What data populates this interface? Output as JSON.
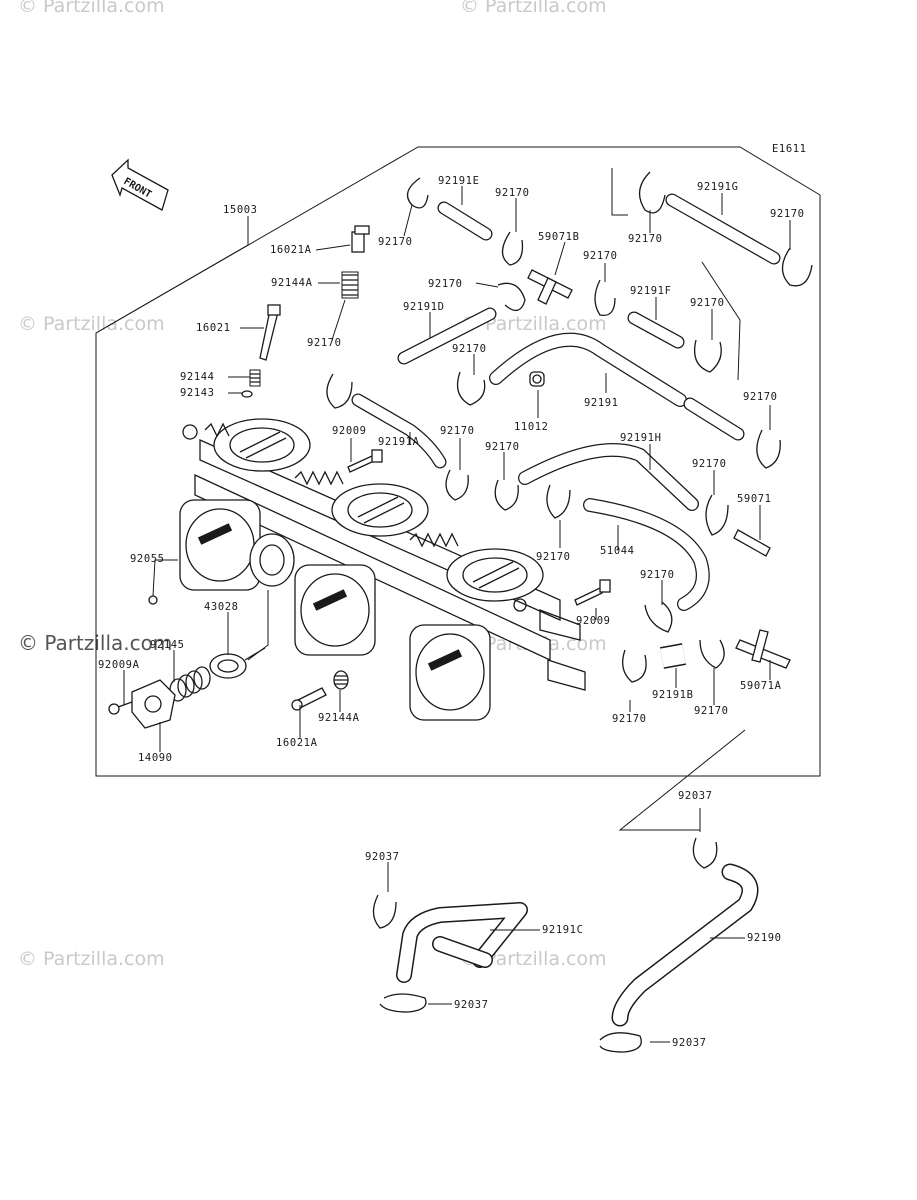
{
  "watermark": "© Partzilla.com",
  "diagram_code": "E1611",
  "front_label": "FRONT",
  "labels": {
    "p15003": "15003",
    "p16021A_top": "16021A",
    "p92144A_top": "92144A",
    "p16021": "16021",
    "p92170_a": "92170",
    "p92144": "92144",
    "p92143": "92143",
    "p92191E": "92191E",
    "p92170_b": "92170",
    "p92170_c": "92170",
    "p59071B": "59071B",
    "p92170_d": "92170",
    "p92170_e": "92170",
    "p92191D": "92191D",
    "p92170_f": "92170",
    "p92191G": "92191G",
    "p92170_g": "92170",
    "p92170_h": "92170",
    "p92191F": "92191F",
    "p92170_i": "92170",
    "p92191": "92191",
    "p11012": "11012",
    "p92170_j": "92170",
    "p92009_top": "92009",
    "p92191A": "92191A",
    "p92170_k": "92170",
    "p92170_l": "92170",
    "p92191H": "92191H",
    "p92170_m": "92170",
    "p59071": "59071",
    "p92170_n": "92170",
    "p51044": "51044",
    "p92055": "92055",
    "p92170_o": "92170",
    "p43028": "43028",
    "p92009_mid": "92009",
    "p92145": "92145",
    "p92009A": "92009A",
    "p59071A": "59071A",
    "p92191B": "92191B",
    "p92170_p": "92170",
    "p92144A_bot": "92144A",
    "p92170_q": "92170",
    "p16021A_bot": "16021A",
    "p14090": "14090",
    "p92037_a": "92037",
    "p92037_b": "92037",
    "p92191C": "92191C",
    "p92190": "92190",
    "p92037_c": "92037",
    "p92037_d": "92037"
  }
}
